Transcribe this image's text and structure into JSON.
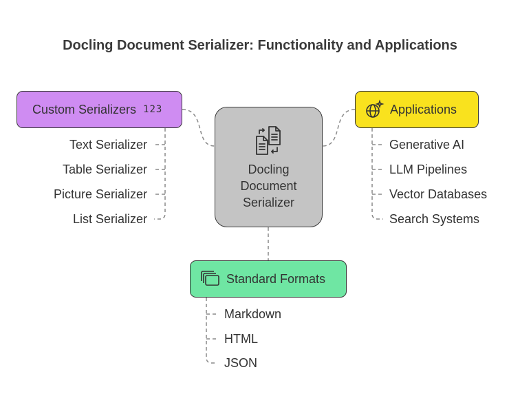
{
  "title": "Docling Document Serializer: Functionality and Applications",
  "center": {
    "label": "Docling Document Serializer",
    "icon": "document-convert-icon",
    "color": "#c4c4c4"
  },
  "custom_serializers": {
    "label": "Custom Serializers",
    "badge": "123",
    "color": "#cf8cf2",
    "items": [
      "Text Serializer",
      "Table Serializer",
      "Picture Serializer",
      "List Serializer"
    ]
  },
  "applications": {
    "label": "Applications",
    "icon": "globe-sparkle-icon",
    "color": "#f9e21e",
    "items": [
      "Generative AI",
      "LLM Pipelines",
      "Vector Databases",
      "Search Systems"
    ]
  },
  "standard_formats": {
    "label": "Standard Formats",
    "icon": "stacked-windows-icon",
    "color": "#6fe6a3",
    "items": [
      "Markdown",
      "HTML",
      "JSON"
    ]
  }
}
